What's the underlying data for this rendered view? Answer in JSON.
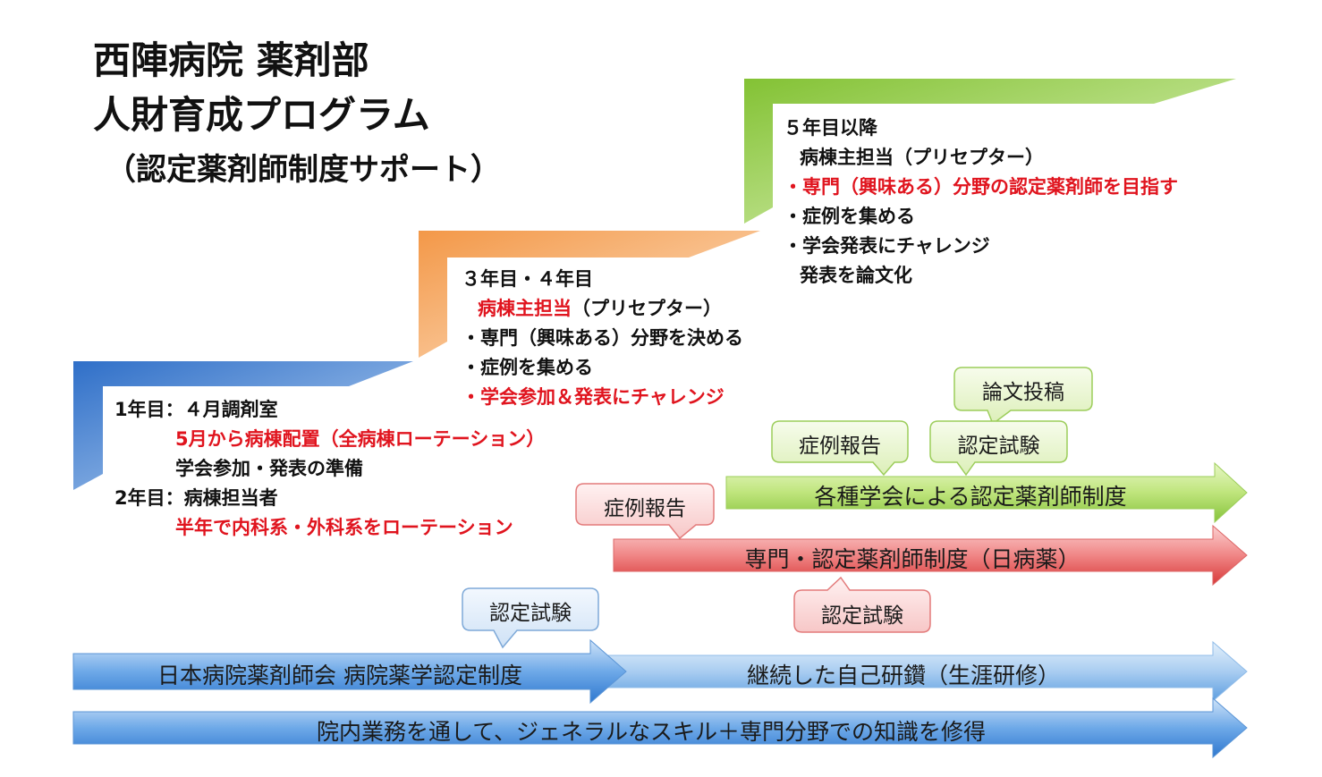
{
  "title": {
    "line1": "西陣病院 薬剤部",
    "line2": "人財育成プログラム",
    "line3": "（認定薬剤師制度サポート）"
  },
  "steps": {
    "year1": {
      "heading": "1年目：４月調剤室",
      "line_red": "5月から病棟配置（全病棟ローテーション）",
      "line2": "学会参加・発表の準備"
    },
    "year2": {
      "heading": "2年目：病棟担当者",
      "line_red": "半年で内科系・外科系をローテーション"
    },
    "year3_4": {
      "heading": "３年目・４年目",
      "line_red": "病棟主担当",
      "line1_rest": "（プリセプター）",
      "line2": "・専門（興味ある）分野を決める",
      "line3": "・症例を集める",
      "line4_red": "・学会参加＆発表にチャレンジ"
    },
    "year5": {
      "heading": "５年目以降",
      "line1": "病棟主担当（プリセプター）",
      "line2_red": "・専門（興味ある）分野の認定薬剤師を目指す",
      "line3": "・症例を集める",
      "line4": "・学会発表にチャレンジ",
      "line5": "発表を論文化"
    }
  },
  "arrows": {
    "green": "各種学会による認定薬剤師制度",
    "red": "専門・認定薬剤師制度（日病薬）",
    "blue_left": "日本病院薬剤師会 病院薬学認定制度",
    "blue_right": "継続した自己研鑽（生涯研修）",
    "blue_bottom": "院内業務を通して、ジェネラルなスキル＋専門分野での知識を修得"
  },
  "callouts": {
    "green_paper": "論文投稿",
    "green_case": "症例報告",
    "green_exam": "認定試験",
    "red_case": "症例報告",
    "red_exam": "認定試験",
    "blue_exam": "認定試験"
  },
  "colors": {
    "step1": "#3b78c9",
    "step2": "#f3a25d",
    "step3": "#8cc63f",
    "green_arrow": "#a5d94f",
    "red_arrow": "#e65a5a",
    "blue_arrow": "#79b0e6",
    "text_red": "#e0141e"
  }
}
